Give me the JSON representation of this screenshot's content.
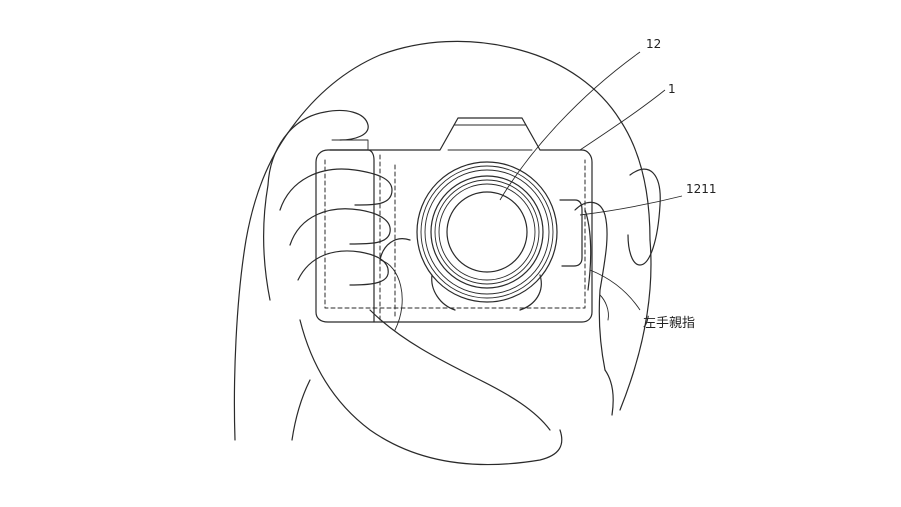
{
  "labels": {
    "lens_ref": "12",
    "body_ref": "1",
    "button_ref": "1211",
    "thumb_ref": "左手親指"
  }
}
